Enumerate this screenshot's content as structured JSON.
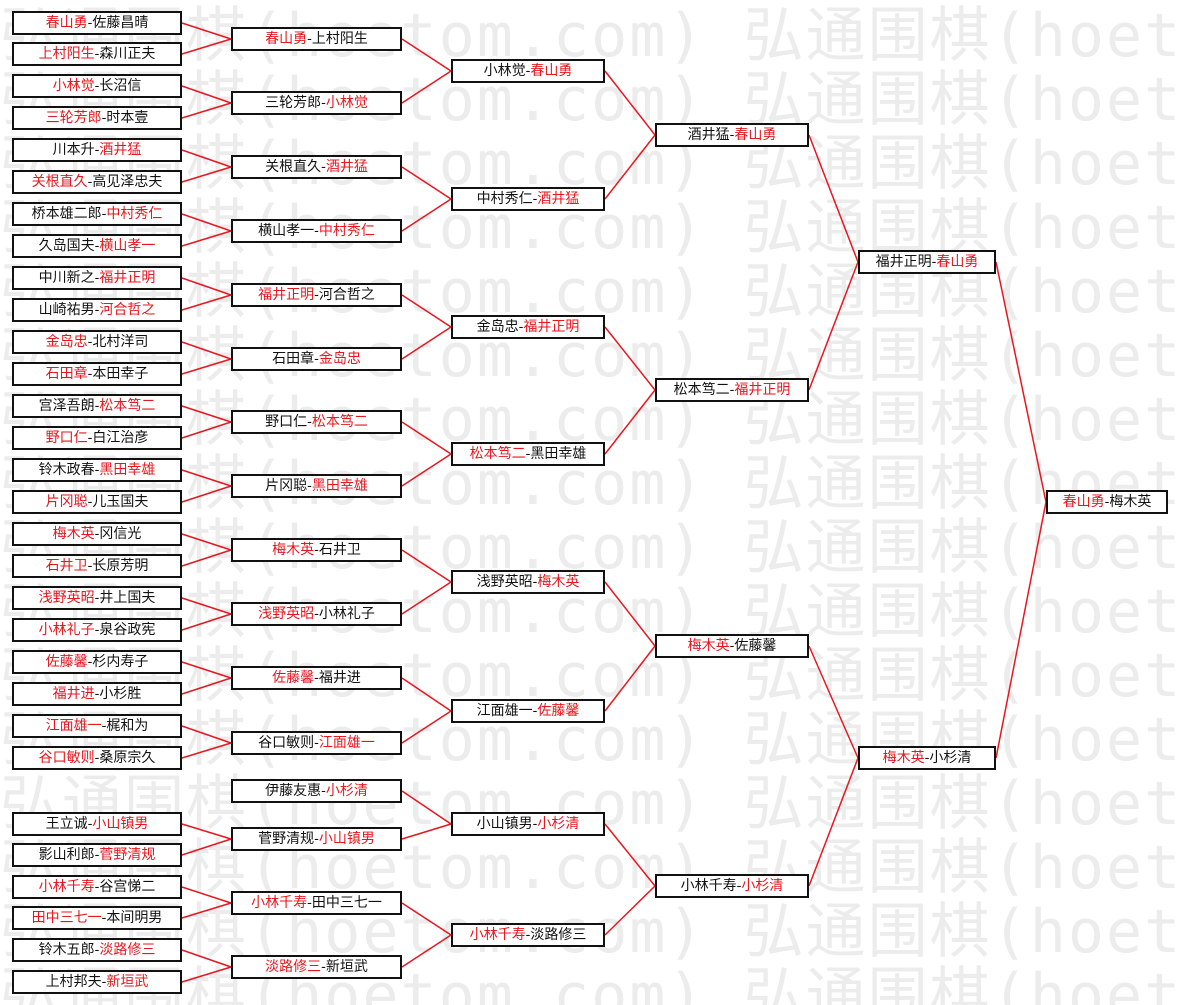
{
  "watermark": "弘通围棋(hoetom.com)",
  "colors": {
    "winner": "#e8161e",
    "text": "#111111",
    "line": "#e8161e",
    "border": "#111111"
  },
  "rounds": [
    {
      "name": "r1",
      "matches": [
        {
          "a": "春山勇",
          "b": "佐藤昌晴",
          "w": 0
        },
        {
          "a": "上村阳生",
          "b": "森川正夫",
          "w": 0
        },
        {
          "a": "小林觉",
          "b": "长沼信",
          "w": 0
        },
        {
          "a": "三轮芳郎",
          "b": "时本壹",
          "w": 0
        },
        {
          "a": "川本升",
          "b": "酒井猛",
          "w": 1
        },
        {
          "a": "关根直久",
          "b": "高见泽忠夫",
          "w": 0
        },
        {
          "a": "桥本雄二郎",
          "b": "中村秀仁",
          "w": 1
        },
        {
          "a": "久岛国夫",
          "b": "横山孝一",
          "w": 1
        },
        {
          "a": "中川新之",
          "b": "福井正明",
          "w": 1
        },
        {
          "a": "山崎祐男",
          "b": "河合哲之",
          "w": 1
        },
        {
          "a": "金岛忠",
          "b": "北村洋司",
          "w": 0
        },
        {
          "a": "石田章",
          "b": "本田幸子",
          "w": 0
        },
        {
          "a": "宫泽吾朗",
          "b": "松本笃二",
          "w": 1
        },
        {
          "a": "野口仁",
          "b": "白江治彦",
          "w": 0
        },
        {
          "a": "铃木政春",
          "b": "黑田幸雄",
          "w": 1
        },
        {
          "a": "片冈聪",
          "b": "儿玉国夫",
          "w": 0
        },
        {
          "a": "梅木英",
          "b": "冈信光",
          "w": 0
        },
        {
          "a": "石井卫",
          "b": "长原芳明",
          "w": 0
        },
        {
          "a": "浅野英昭",
          "b": "井上国夫",
          "w": 0
        },
        {
          "a": "小林礼子",
          "b": "泉谷政宪",
          "w": 0
        },
        {
          "a": "佐藤馨",
          "b": "杉内寿子",
          "w": 0
        },
        {
          "a": "福井进",
          "b": "小杉胜",
          "w": 0
        },
        {
          "a": "江面雄一",
          "b": "梶和为",
          "w": 0
        },
        {
          "a": "谷口敏则",
          "b": "桑原宗久",
          "w": 0
        },
        {
          "a": "王立诚",
          "b": "小山镇男",
          "w": 1
        },
        {
          "a": "影山利郎",
          "b": "菅野清规",
          "w": 1
        },
        {
          "a": "小林千寿",
          "b": "谷宫悌二",
          "w": 0
        },
        {
          "a": "田中三七一",
          "b": "本间明男",
          "w": 0
        },
        {
          "a": "铃木五郎",
          "b": "淡路修三",
          "w": 1
        },
        {
          "a": "上村邦夫",
          "b": "新垣武",
          "w": 1
        }
      ]
    },
    {
      "name": "r2",
      "matches": [
        {
          "a": "春山勇",
          "b": "上村阳生",
          "w": 0
        },
        {
          "a": "三轮芳郎",
          "b": "小林觉",
          "w": 1
        },
        {
          "a": "关根直久",
          "b": "酒井猛",
          "w": 1
        },
        {
          "a": "横山孝一",
          "b": "中村秀仁",
          "w": 1
        },
        {
          "a": "福井正明",
          "b": "河合哲之",
          "w": 0
        },
        {
          "a": "石田章",
          "b": "金岛忠",
          "w": 1
        },
        {
          "a": "野口仁",
          "b": "松本笃二",
          "w": 1
        },
        {
          "a": "片冈聪",
          "b": "黑田幸雄",
          "w": 1
        },
        {
          "a": "梅木英",
          "b": "石井卫",
          "w": 0
        },
        {
          "a": "浅野英昭",
          "b": "小林礼子",
          "w": 0
        },
        {
          "a": "佐藤馨",
          "b": "福井进",
          "w": 0
        },
        {
          "a": "谷口敏则",
          "b": "江面雄一",
          "w": 1
        },
        {
          "a": "伊藤友惠",
          "b": "小杉清",
          "w": 1
        },
        {
          "a": "菅野清规",
          "b": "小山镇男",
          "w": 1
        },
        {
          "a": "小林千寿",
          "b": "田中三七一",
          "w": 0
        },
        {
          "a": "淡路修三",
          "b": "新垣武",
          "w": 0
        }
      ]
    },
    {
      "name": "r3",
      "matches": [
        {
          "a": "小林觉",
          "b": "春山勇",
          "w": 1
        },
        {
          "a": "中村秀仁",
          "b": "酒井猛",
          "w": 1
        },
        {
          "a": "金岛忠",
          "b": "福井正明",
          "w": 1
        },
        {
          "a": "松本笃二",
          "b": "黑田幸雄",
          "w": 0
        },
        {
          "a": "浅野英昭",
          "b": "梅木英",
          "w": 1
        },
        {
          "a": "江面雄一",
          "b": "佐藤馨",
          "w": 1
        },
        {
          "a": "小山镇男",
          "b": "小杉清",
          "w": 1
        },
        {
          "a": "小林千寿",
          "b": "淡路修三",
          "w": 0
        }
      ]
    },
    {
      "name": "r4",
      "matches": [
        {
          "a": "酒井猛",
          "b": "春山勇",
          "w": 1
        },
        {
          "a": "松本笃二",
          "b": "福井正明",
          "w": 1
        },
        {
          "a": "梅木英",
          "b": "佐藤馨",
          "w": 0
        },
        {
          "a": "小林千寿",
          "b": "小杉清",
          "w": 1
        }
      ]
    },
    {
      "name": "r5",
      "matches": [
        {
          "a": "福井正明",
          "b": "春山勇",
          "w": 1
        },
        {
          "a": "梅木英",
          "b": "小杉清",
          "w": 0
        }
      ]
    },
    {
      "name": "final",
      "matches": [
        {
          "a": "春山勇",
          "b": "梅木英",
          "w": 0
        }
      ]
    }
  ]
}
